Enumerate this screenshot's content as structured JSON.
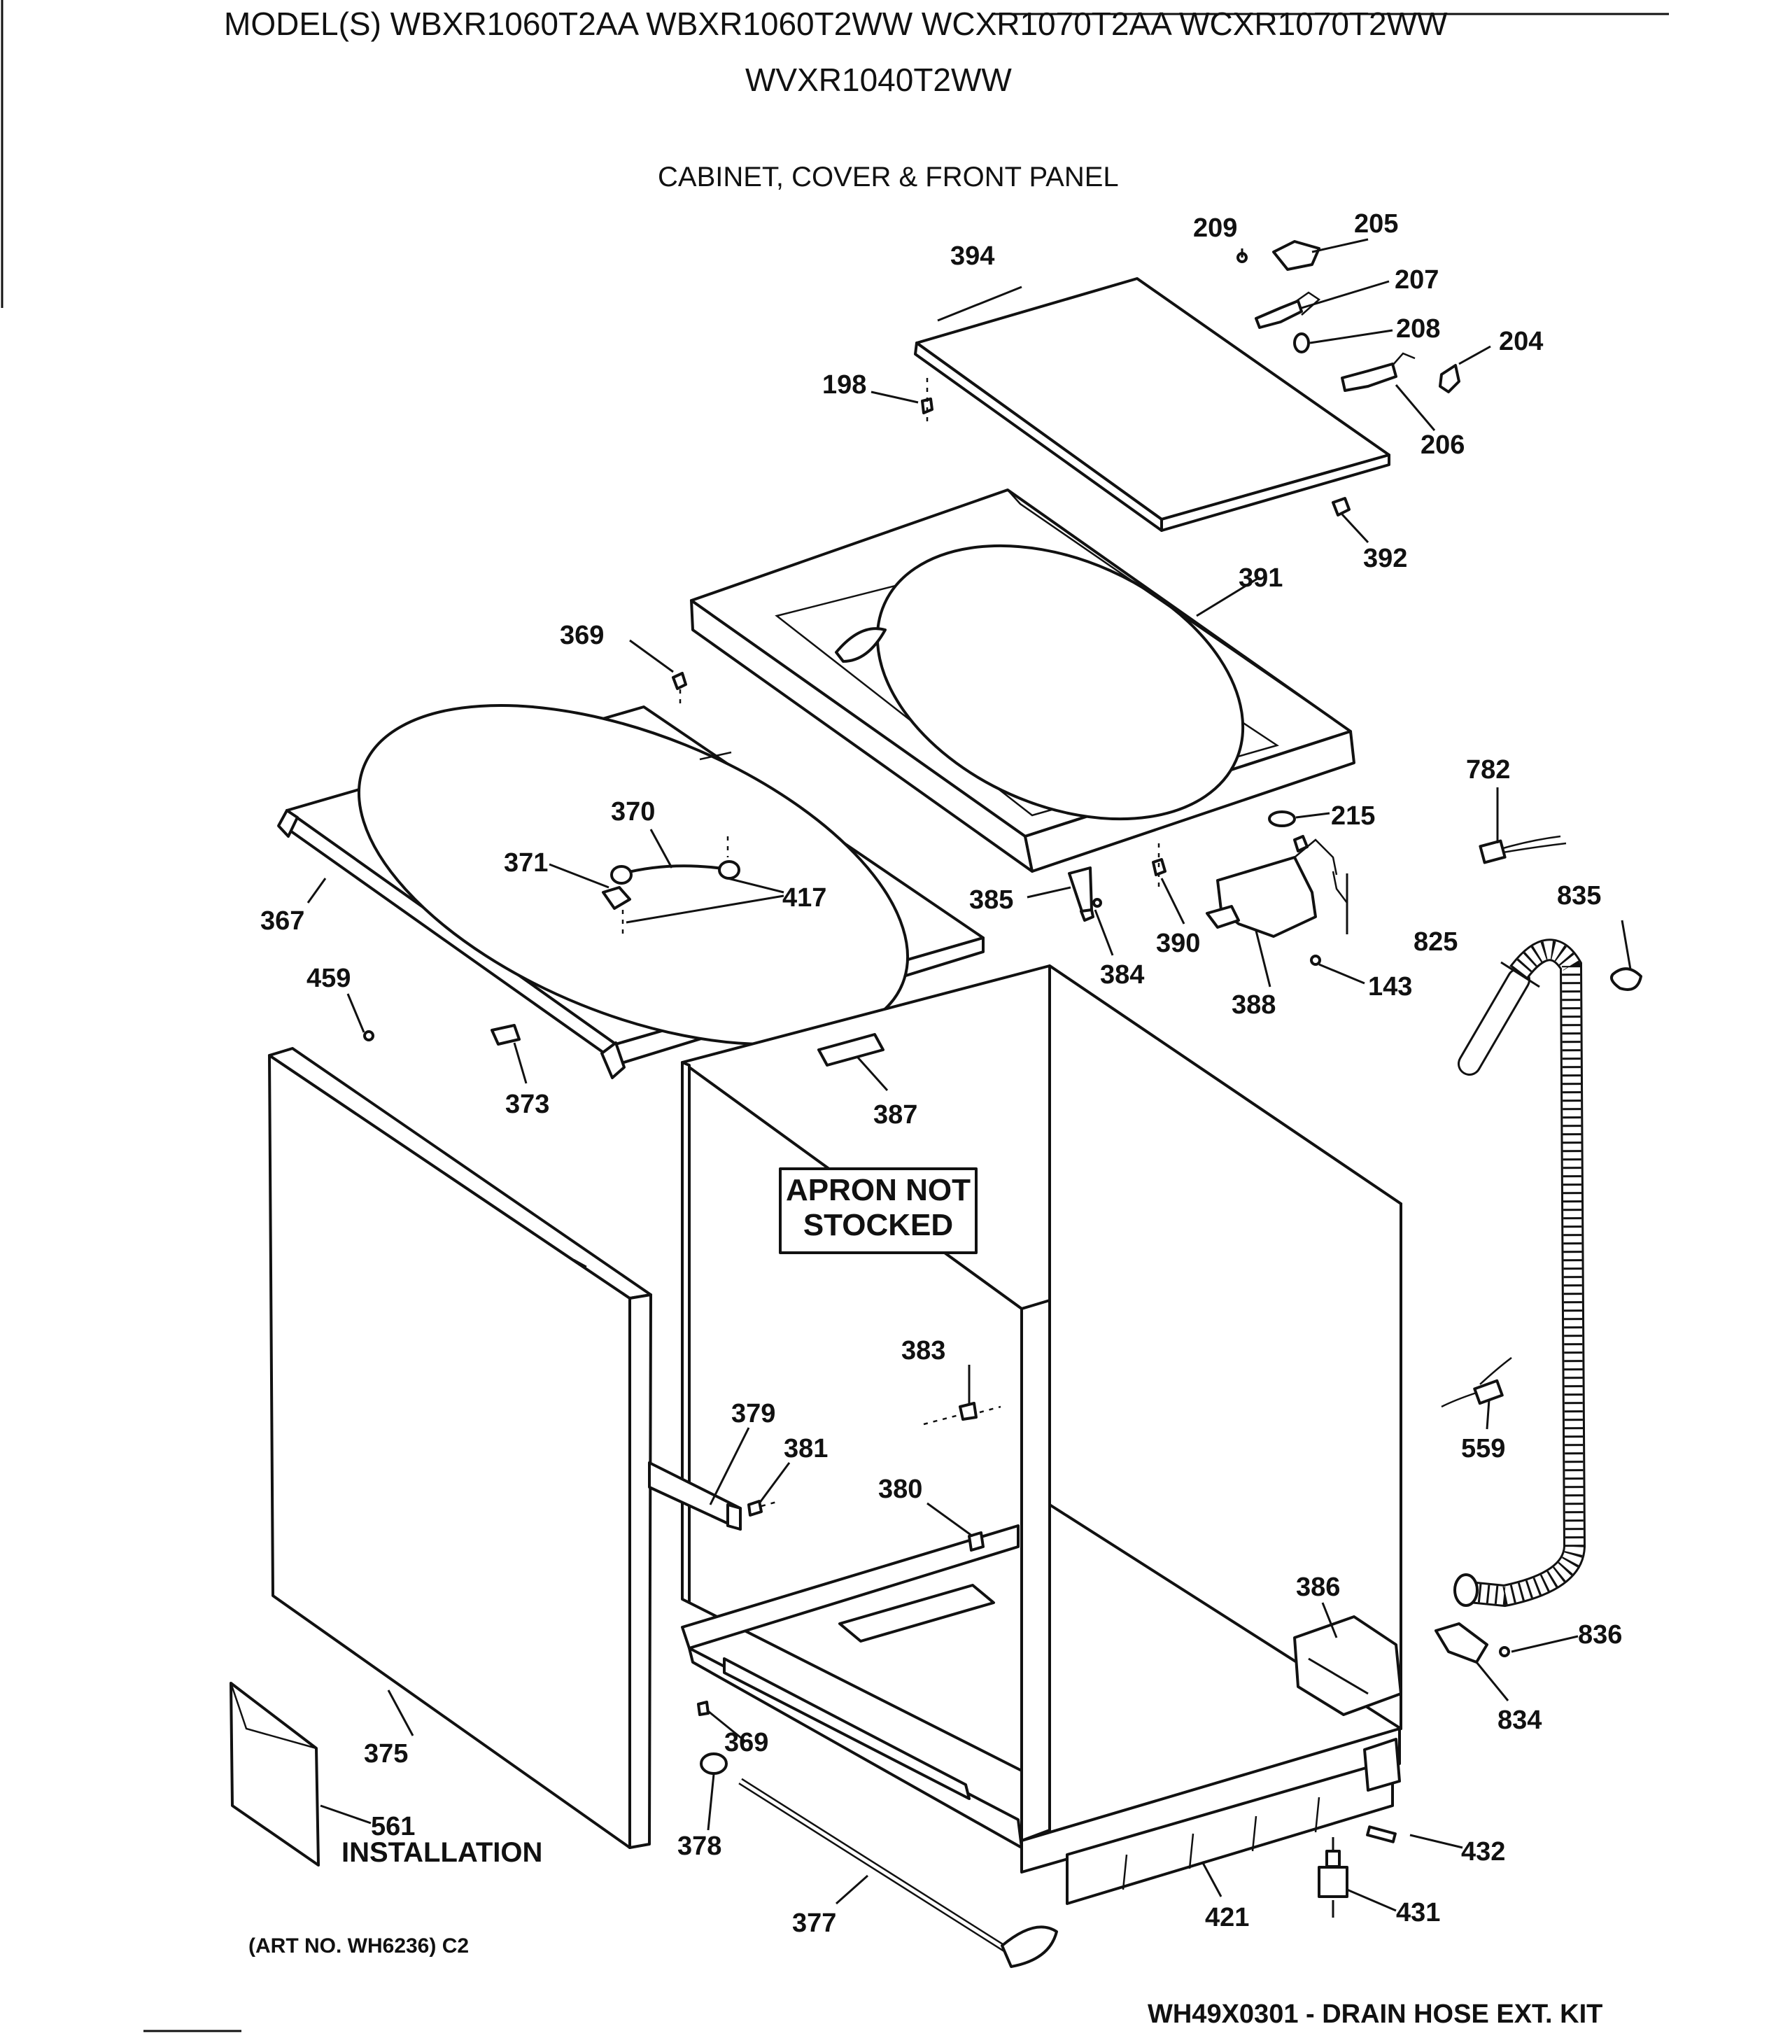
{
  "header": {
    "models_line1": "MODEL(S) WBXR1060T2AA  WBXR1060T2WW  WCXR1070T2AA  WCXR1070T2WW",
    "models_line2": "WVXR1040T2WW",
    "section_title": "CABINET, COVER & FRONT PANEL"
  },
  "notes": {
    "apron_line1": "APRON NOT",
    "apron_line2": "STOCKED",
    "installation": "INSTALLATION",
    "art_no": "(ART NO. WH6236) C2",
    "kit": "WH49X0301 - DRAIN HOSE EXT. KIT"
  },
  "parts": [
    "394",
    "209",
    "205",
    "207",
    "208",
    "204",
    "206",
    "198",
    "392",
    "391",
    "369",
    "782",
    "215",
    "370",
    "371",
    "417",
    "385",
    "390",
    "835",
    "825",
    "367",
    "384",
    "388",
    "143",
    "459",
    "373",
    "387",
    "383",
    "379",
    "381",
    "559",
    "380",
    "386",
    "836",
    "834",
    "375",
    "369",
    "378",
    "561",
    "432",
    "377",
    "421",
    "431"
  ]
}
